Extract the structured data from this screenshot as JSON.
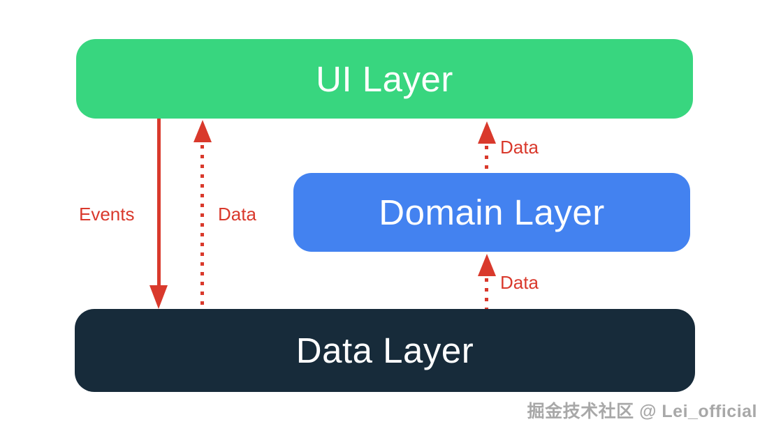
{
  "diagram": {
    "title_context": "App architecture layers",
    "boxes": [
      {
        "id": "ui",
        "label": "UI Layer"
      },
      {
        "id": "domain",
        "label": "Domain Layer"
      },
      {
        "id": "data",
        "label": "Data Layer"
      }
    ],
    "arrows": [
      {
        "id": "events-ui-to-data",
        "label": "Events",
        "style": "solid",
        "direction": "down",
        "from": "ui",
        "to": "data"
      },
      {
        "id": "data-data-to-ui",
        "label": "Data",
        "style": "dotted",
        "direction": "up",
        "from": "data",
        "to": "ui"
      },
      {
        "id": "data-domain-to-ui",
        "label": "Data",
        "style": "dotted",
        "direction": "up",
        "from": "domain",
        "to": "ui"
      },
      {
        "id": "data-data-to-domain",
        "label": "Data",
        "style": "dotted",
        "direction": "up",
        "from": "data",
        "to": "domain"
      }
    ],
    "watermark": "掘金技术社区 @ Lei_official",
    "colors": {
      "ui_layer": "#38d67f",
      "domain_layer": "#4382f0",
      "data_layer": "#172b3a",
      "arrow": "#d9392c",
      "box_text": "#ffffff",
      "watermark": "#a8a8a8",
      "background": "#ffffff"
    }
  }
}
